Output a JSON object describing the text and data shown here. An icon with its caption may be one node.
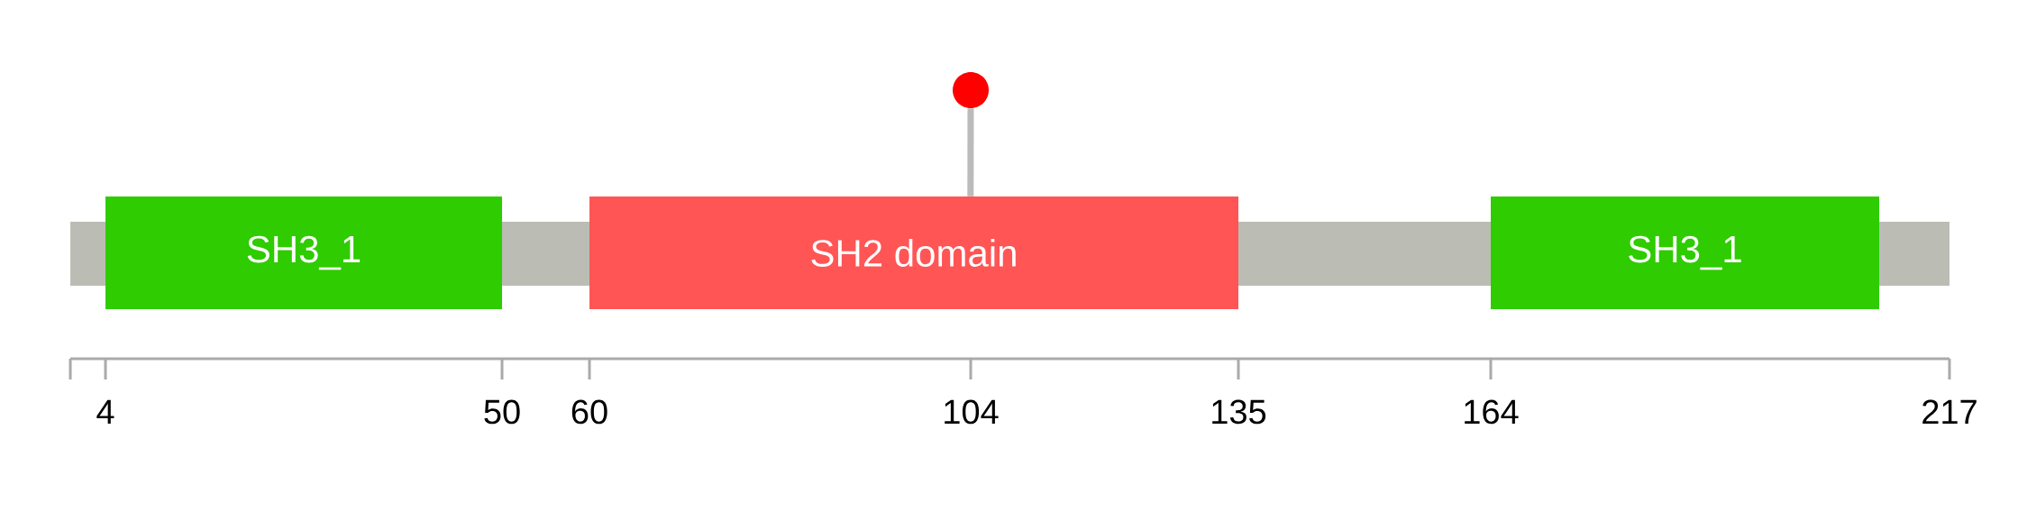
{
  "diagram": {
    "nodes": [
      {
        "text": [],
        "shape": "bar"
      },
      {
        "text": [
          "SH3_1"
        ]
      },
      {
        "text": [
          "SH2 domain"
        ]
      },
      {
        "text": [
          "SH3_1"
        ]
      },
      {
        "text": [],
        "shape": "circle"
      }
    ],
    "edges": [
      {
        "from": 4,
        "to": 2,
        "arrow": "none"
      }
    ],
    "labels": [
      "4",
      "50",
      "60",
      "104",
      "135",
      "164",
      "217"
    ]
  }
}
